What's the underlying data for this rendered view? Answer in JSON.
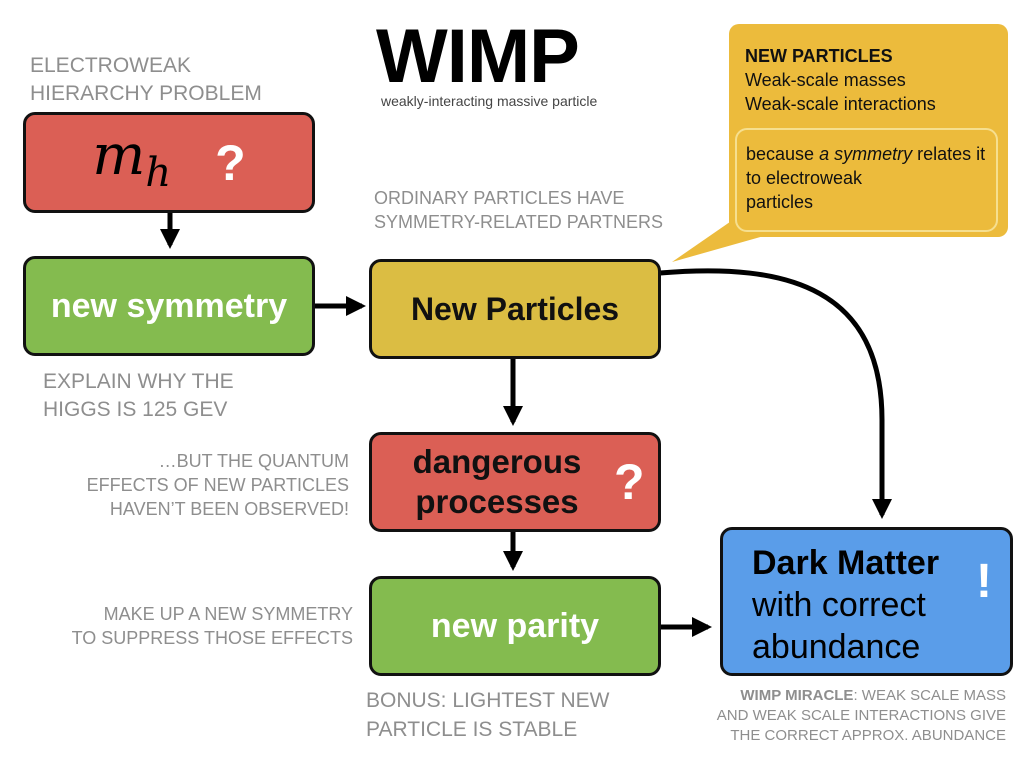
{
  "title": "WIMP",
  "subtitle": "weakly-interacting massive particle",
  "notes": {
    "hierarchy": [
      "ELECTROWEAK",
      "HIERARCHY PROBLEM"
    ],
    "explain": [
      "EXPLAIN WHY THE",
      "HIGGS IS 125 GEV"
    ],
    "ordinary": [
      "ORDINARY PARTICLES HAVE",
      "SYMMETRY-RELATED PARTNERS"
    ],
    "quantum": [
      "…BUT THE QUANTUM",
      "EFFECTS OF NEW PARTICLES",
      "HAVEN’T BEEN OBSERVED!"
    ],
    "makeup": [
      "MAKE UP A NEW SYMMETRY",
      "TO SUPPRESS THOSE EFFECTS"
    ],
    "bonus": [
      "BONUS: LIGHTEST NEW",
      "PARTICLE IS STABLE"
    ],
    "miracle_bold": "WIMP MIRACLE",
    "miracle_rest_1": ": WEAK SCALE MASS",
    "miracle_rest_2": "AND WEAK SCALE INTERACTIONS GIVE",
    "miracle_rest_3": "THE CORRECT APPROX. ABUNDANCE"
  },
  "boxes": {
    "higgs": {
      "symbol": "m",
      "subscript": "h",
      "mark": "?"
    },
    "new_symmetry": "new symmetry",
    "new_particles": "New Particles",
    "dangerous": [
      "dangerous",
      "processes"
    ],
    "dangerous_mark": "?",
    "new_parity": "new parity",
    "dark_matter_title": "Dark Matter",
    "dark_matter_rest": [
      "with correct",
      "abundance"
    ],
    "dark_matter_mark": "!"
  },
  "callout": {
    "heading": "NEW PARTICLES",
    "lines": [
      "Weak-scale masses",
      "Weak-scale interactions"
    ],
    "inner_pre": "because ",
    "inner_em": "a symmetry",
    "inner_post_1": " relates it to electroweak",
    "inner_post_2": "particles"
  },
  "colors": {
    "red": "#db5f55",
    "green": "#84bb4f",
    "yellow": "#dbbd43",
    "blue": "#5a9de9",
    "callout": "#ecbb3c"
  }
}
